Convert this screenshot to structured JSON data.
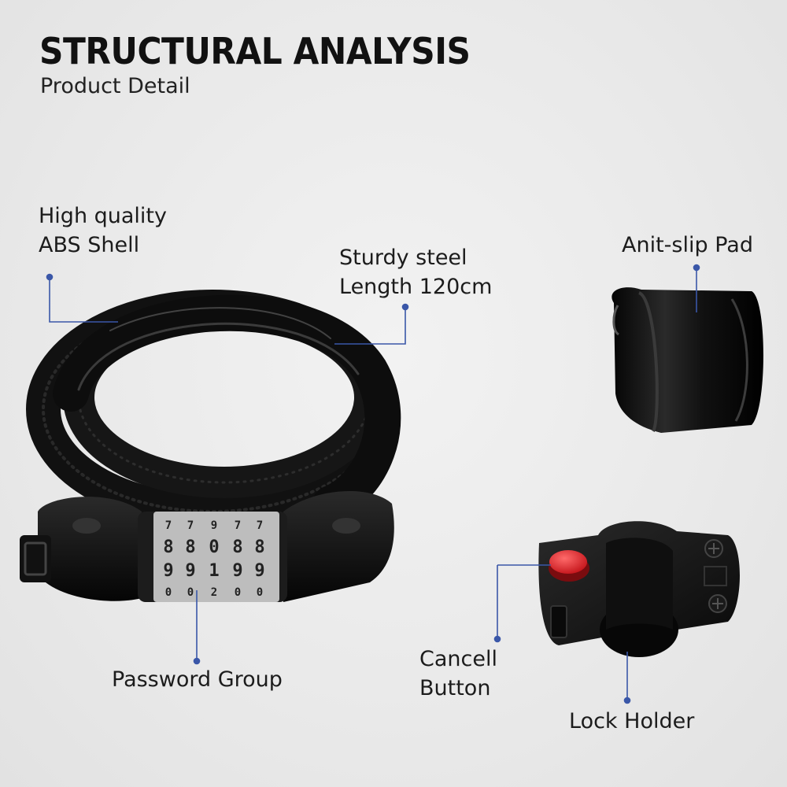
{
  "header": {
    "title": "STRUCTURAL ANALYSIS",
    "subtitle": "Product Detail"
  },
  "callouts": {
    "shell": {
      "line1": "High quality",
      "line2": "ABS Shell"
    },
    "steel": {
      "line1": "Sturdy steel",
      "line2": "Length 120cm"
    },
    "pad": {
      "line1": "Anit-slip Pad"
    },
    "password": {
      "line1": "Password Group"
    },
    "cancel": {
      "line1": "Cancell",
      "line2": "Button"
    },
    "holder": {
      "line1": "Lock Holder"
    }
  },
  "lock_dials": {
    "row_top": [
      "7",
      "7",
      "9",
      "7",
      "7"
    ],
    "row_mid1": [
      "8",
      "8",
      "0",
      "8",
      "8"
    ],
    "row_mid2": [
      "9",
      "9",
      "1",
      "9",
      "9"
    ],
    "row_bot": [
      "0",
      "0",
      "2",
      "0",
      "0"
    ]
  },
  "colors": {
    "callout_line": "#3a57a8",
    "accent_button": "#e8262b",
    "cable": "#141414"
  }
}
